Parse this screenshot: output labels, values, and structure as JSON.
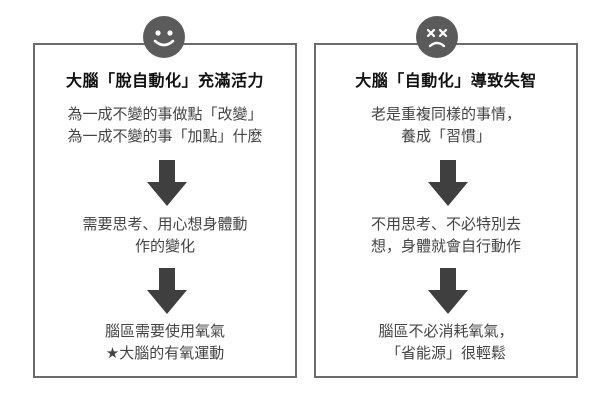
{
  "left": {
    "face_icon": "smiley-face-icon",
    "title": "大腦「脫自動化」充滿活力",
    "step1": [
      "為一成不變的事做點「改變」",
      "為一成不變的事「加點」什麼"
    ],
    "step2": [
      "需要思考、用心想身體動",
      "作的變化"
    ],
    "step3": [
      "腦區需要使用氧氣",
      "★大腦的有氧運動"
    ]
  },
  "right": {
    "face_icon": "dizzy-face-icon",
    "title": "大腦「自動化」導致失智",
    "step1": [
      "老是重複同樣的事情，",
      "養成「習慣」"
    ],
    "step2": [
      "不用思考、不必特別去",
      "想，身體就會自行動作"
    ],
    "step3": [
      "腦區不必消耗氧氣，",
      "「省能源」很輕鬆"
    ]
  },
  "colors": {
    "face": "#5b5b5b",
    "arrow": "#3f3f3f",
    "border": "#6b6b6b"
  }
}
